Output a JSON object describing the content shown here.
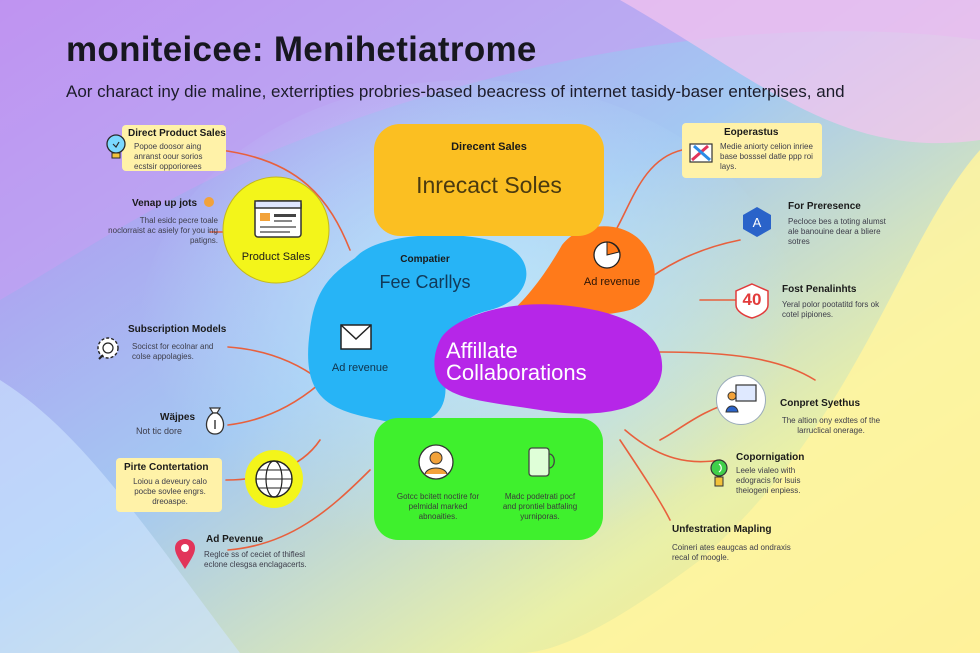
{
  "header": {
    "title": "moniteicee: Menihetiatrome",
    "subtitle": "Aor charact iny die maline, exterripties probries-based beacress of internet tasidy-baser enterpises, and"
  },
  "center": {
    "direct_sales": {
      "title": "Direcent Sales",
      "subtitle": "Inrecact Soles"
    },
    "blue": {
      "top_label": "Compatier",
      "title": "Fee Carllys",
      "ad_label": "Ad revenue"
    },
    "product_sales": {
      "label": "Product Sales"
    },
    "ad_revenue_orange": {
      "label": "Ad revenue"
    },
    "affiliate": {
      "line1": "Affillate",
      "line2": "Collaborations"
    },
    "green": {
      "left_text": "Gotcc bcitett noctire for pelmidal marked abnoaities.",
      "right_text": "Madc podetrati pocf and prontiel batfaling yurniporas."
    }
  },
  "left": [
    {
      "title": "Direct Product Sales",
      "body": "Popoe doosor aing anranst oour sorios ecstsir opporiorees"
    },
    {
      "title": "Venap up jots",
      "body": "Thal esidc pecre toale noclorraist ac asiely for you ing patigns."
    },
    {
      "title": "Subscription Models",
      "body": "Socicst for ecolnar and colse appolagies."
    },
    {
      "title": "Wäjpes",
      "body": "Not tic dore"
    },
    {
      "title": "Pirte Contertation",
      "body": "Loiou a deveury calo pocbe sovlee engrs. dreoaspe."
    },
    {
      "title": "Ad Pevenue",
      "body": "Reglce ss of ceciet of thiflesl eclone clesgsa enclagacerts."
    }
  ],
  "right": [
    {
      "title": "Eoperastus",
      "body": "Medie aniorty celion inriee base bosssel datle ppp roi lays."
    },
    {
      "title": "For Preresence",
      "body": "Pecloce bes a toting alumst ale banouine dear a bliere sotres"
    },
    {
      "title": "Fost Penalinhts",
      "body": "Yeral polor pootatitd fors ok cotel pipiones."
    },
    {
      "title": "Conpret Syethus",
      "body": "The altion ony exdtes of the larruclical onerage."
    },
    {
      "title": "Copornigation",
      "body": "Leele vialeo with edogracis for lsuis theiogeni enpiess."
    },
    {
      "title": "Unfestration Mapling",
      "body": "Coineri ates eaugcas ad ondraxis recal of moogle."
    }
  ],
  "icons": {
    "forty": "40",
    "a_glyph": "A"
  },
  "colors": {
    "yellow_box": "#fbbf22",
    "blue_blob": "#27b4f6",
    "orange_blob": "#ff7a1a",
    "purple_blob": "#b626e8",
    "green_box": "#3ff02d",
    "lime_circle": "#f3f51a",
    "connector": "#e8603d"
  }
}
